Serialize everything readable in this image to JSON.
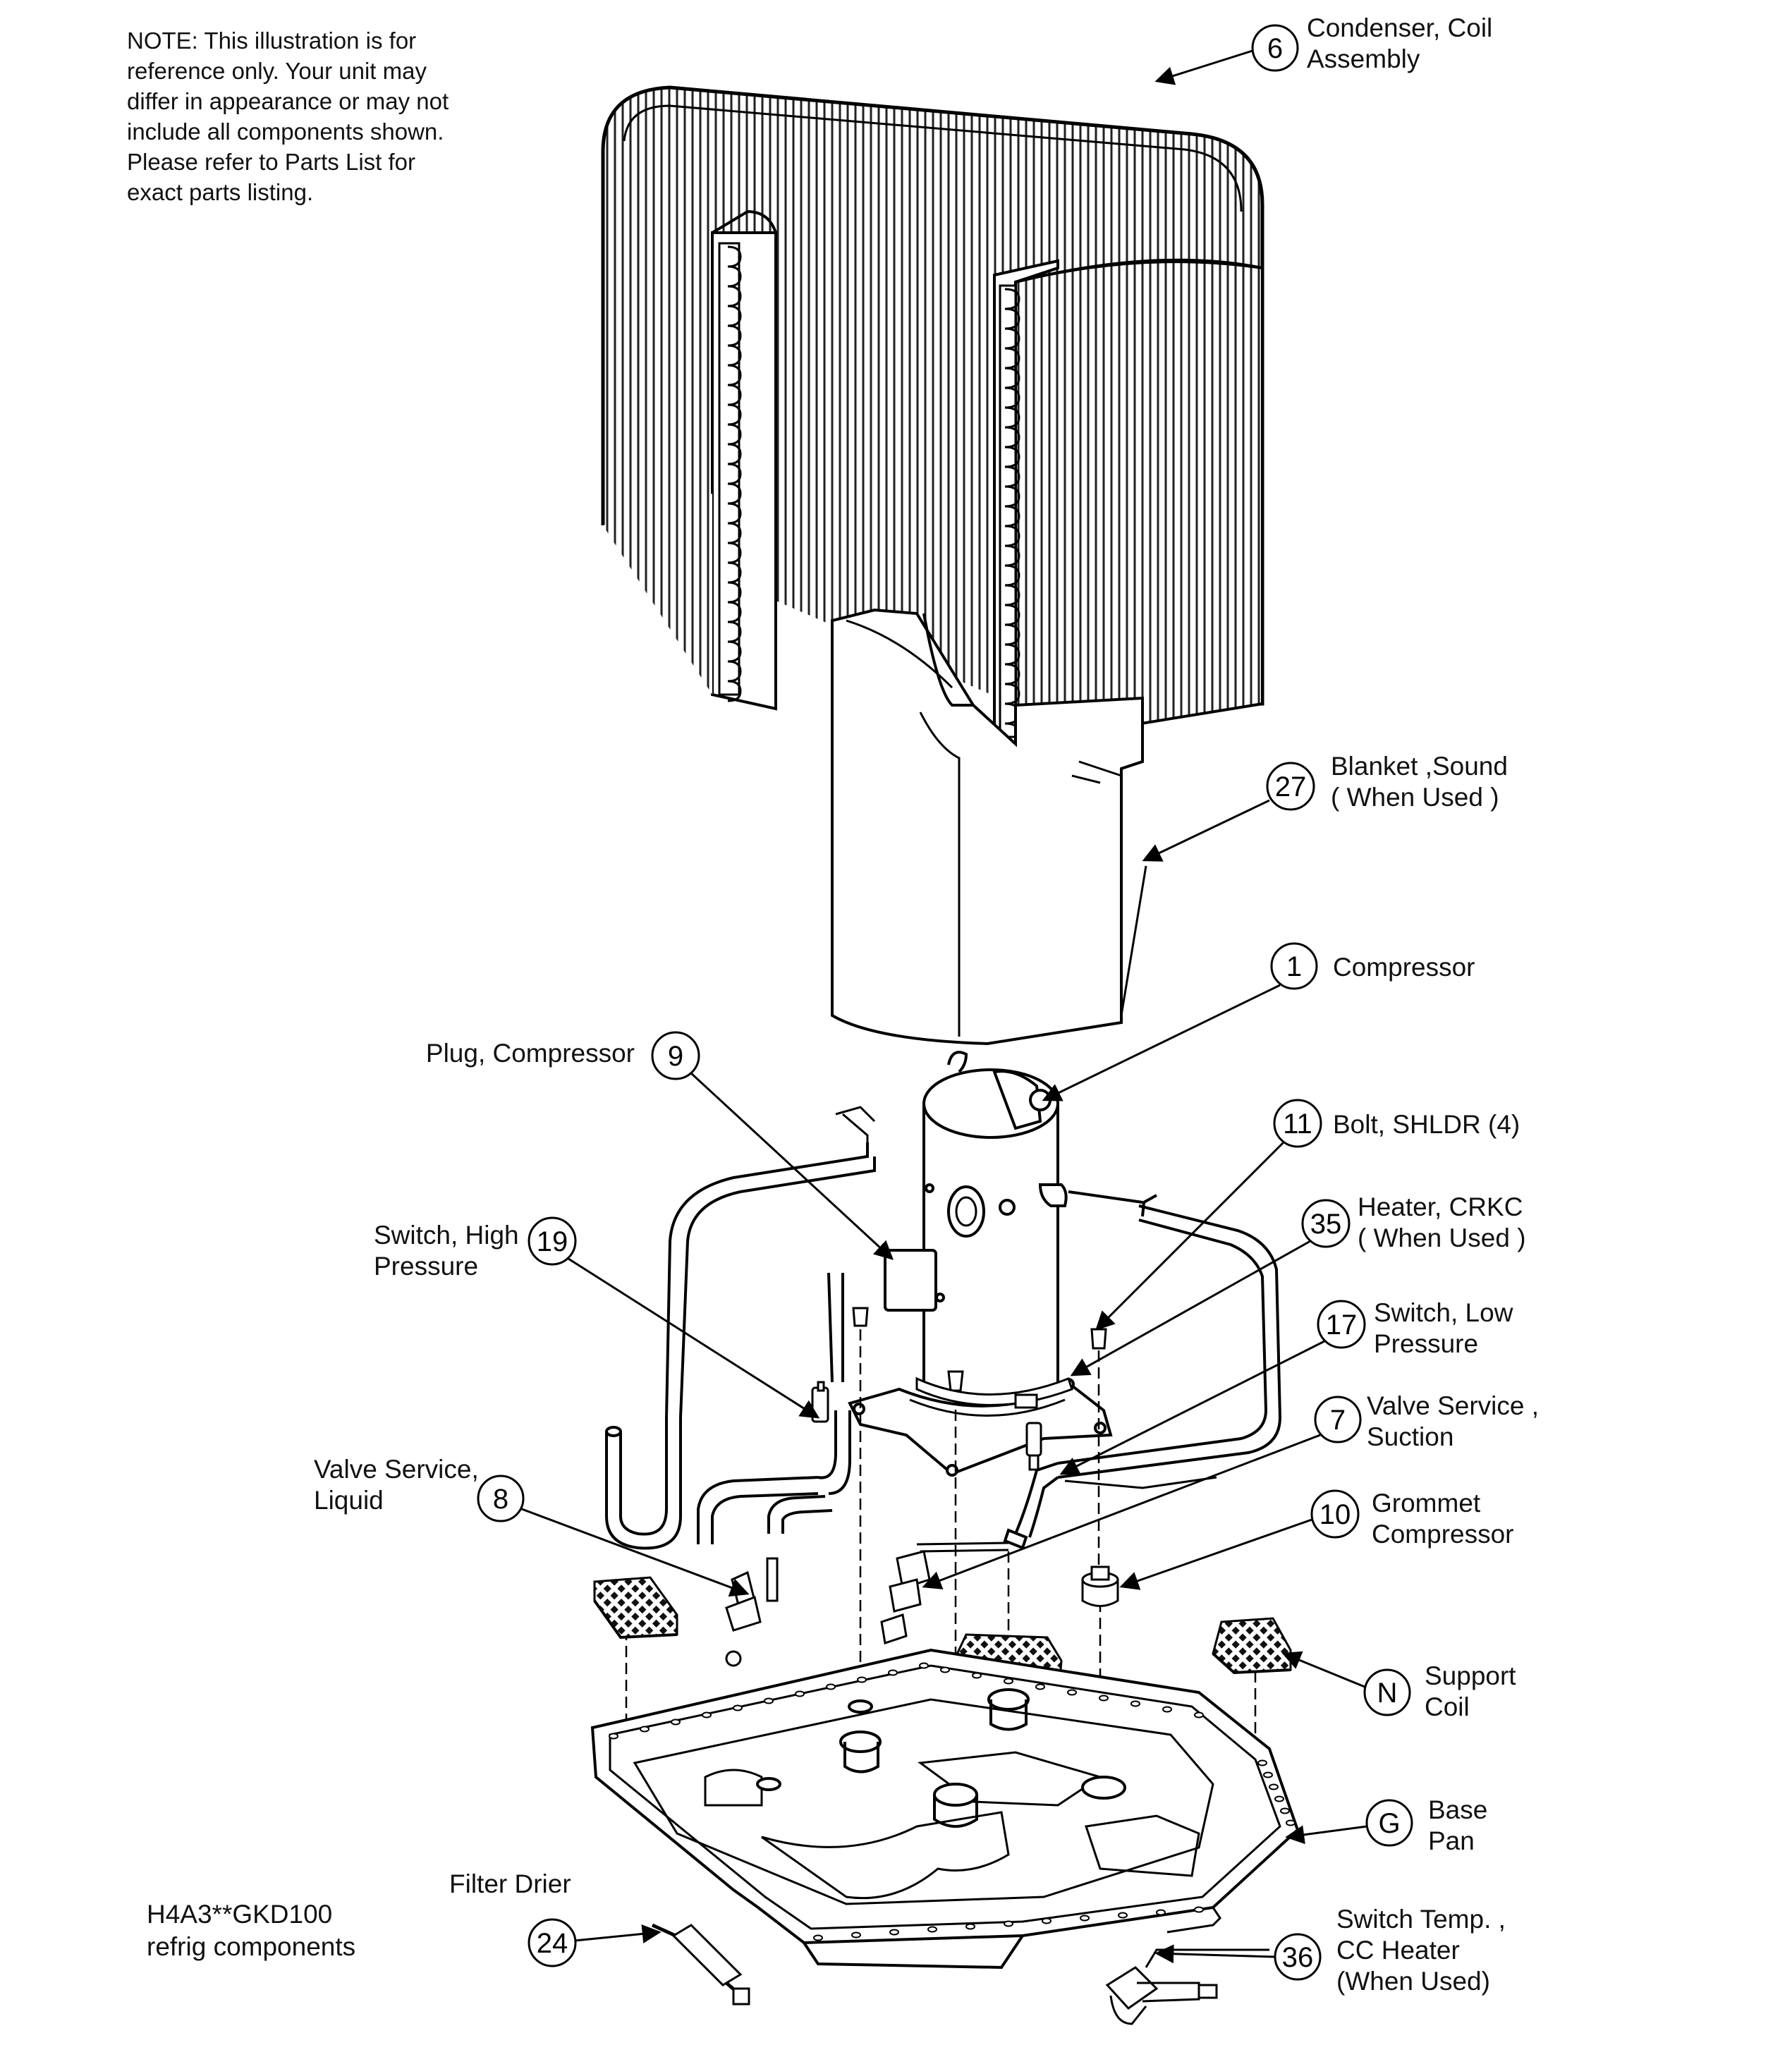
{
  "note": {
    "lines": [
      "NOTE: This illustration is for",
      "reference only.  Your unit may",
      "differ in appearance or may not",
      "include all components shown.",
      "Please refer to Parts List for",
      "exact parts listing."
    ]
  },
  "model": {
    "line1": "H4A3**GKD100",
    "line2": "refrig components"
  },
  "callouts": {
    "c6": {
      "num": "6",
      "l1": "Condenser, Coil",
      "l2": "Assembly"
    },
    "c27": {
      "num": "27",
      "l1": "Blanket ,Sound",
      "l2": "( When Used )"
    },
    "c1": {
      "num": "1",
      "l1": "Compressor"
    },
    "c9": {
      "num": "9",
      "l1": "Plug, Compressor"
    },
    "c11": {
      "num": "11",
      "l1": "Bolt, SHLDR (4)"
    },
    "c35": {
      "num": "35",
      "l1": "Heater, CRKC",
      "l2": "( When Used )"
    },
    "c19": {
      "num": "19",
      "l1": "Switch, High",
      "l2": "Pressure"
    },
    "c17": {
      "num": "17",
      "l1": "Switch, Low",
      "l2": "Pressure"
    },
    "c7": {
      "num": "7",
      "l1": "Valve Service  ,",
      "l2": "Suction"
    },
    "c8": {
      "num": "8",
      "l1": "Valve Service,",
      "l2": "Liquid"
    },
    "c10": {
      "num": "10",
      "l1": "Grommet",
      "l2": "Compressor"
    },
    "cN": {
      "num": "N",
      "l1": "Support",
      "l2": "Coil"
    },
    "cG": {
      "num": "G",
      "l1": "Base",
      "l2": "Pan"
    },
    "c24": {
      "num": "24",
      "l1": "Filter Drier"
    },
    "c36": {
      "num": "36",
      "l1": "Switch Temp.  ,",
      "l2": "CC Heater",
      "l3": "(When Used)"
    }
  }
}
